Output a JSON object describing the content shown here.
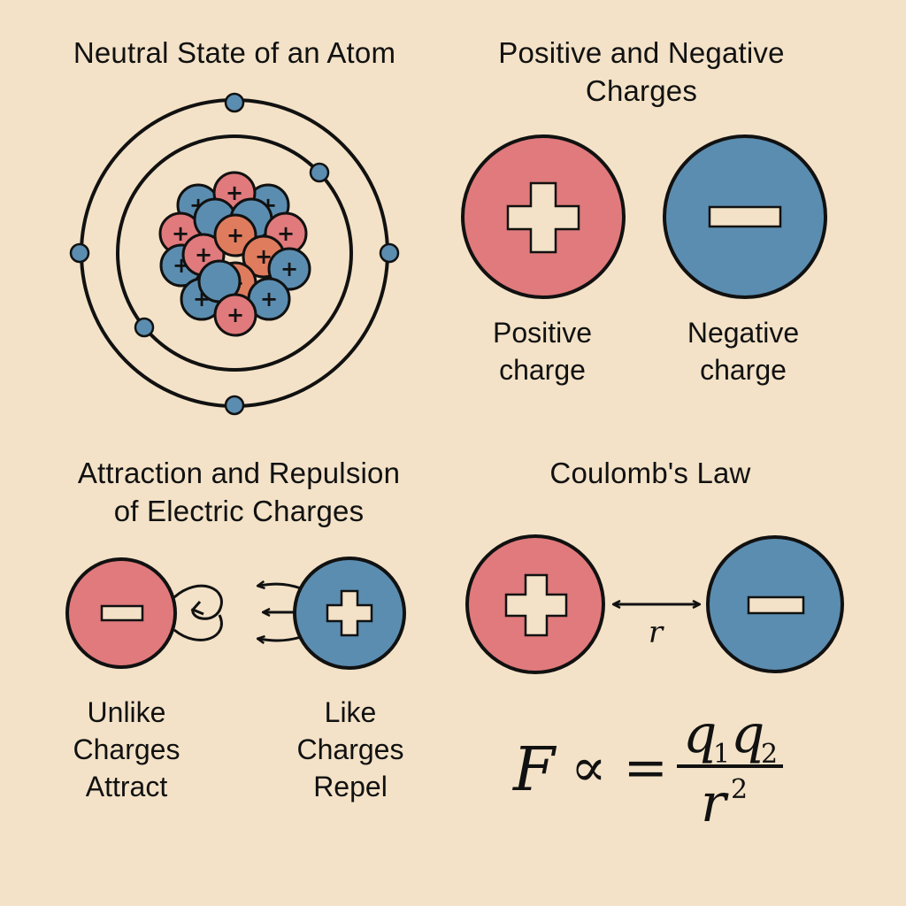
{
  "colors": {
    "background": "#f3e2c7",
    "positive": "#e07a7c",
    "negative": "#5b8db0",
    "nucleus_orange": "#e07c5e",
    "symbol_light": "#f3e2c7",
    "outline": "#111111"
  },
  "panels": {
    "atom": {
      "title": "Neutral State of an Atom"
    },
    "charges": {
      "title_line1": "Positive and Negative",
      "title_line2": "Charges",
      "positive_line1": "Positive",
      "positive_line2": "charge",
      "negative_line1": "Negative",
      "negative_line2": "charge",
      "positive_symbol": "+",
      "negative_symbol": "−"
    },
    "forces": {
      "title_line1": "Attraction and Repulsion",
      "title_line2": "of Electric Charges",
      "unlike_line1": "Unlike",
      "unlike_line2": "Charges",
      "unlike_line3": "Attract",
      "like_line1": "Like",
      "like_line2": "Charges",
      "like_line3": "Repel"
    },
    "coulomb": {
      "title": "Coulomb's Law",
      "distance_label": "r",
      "formula": {
        "lhs": "F",
        "relation": "∝ =",
        "numerator_q1": "q",
        "numerator_sub1": "1",
        "numerator_q2": "q",
        "numerator_sub2": "2",
        "denominator": "r",
        "denominator_exp": "2"
      }
    }
  }
}
